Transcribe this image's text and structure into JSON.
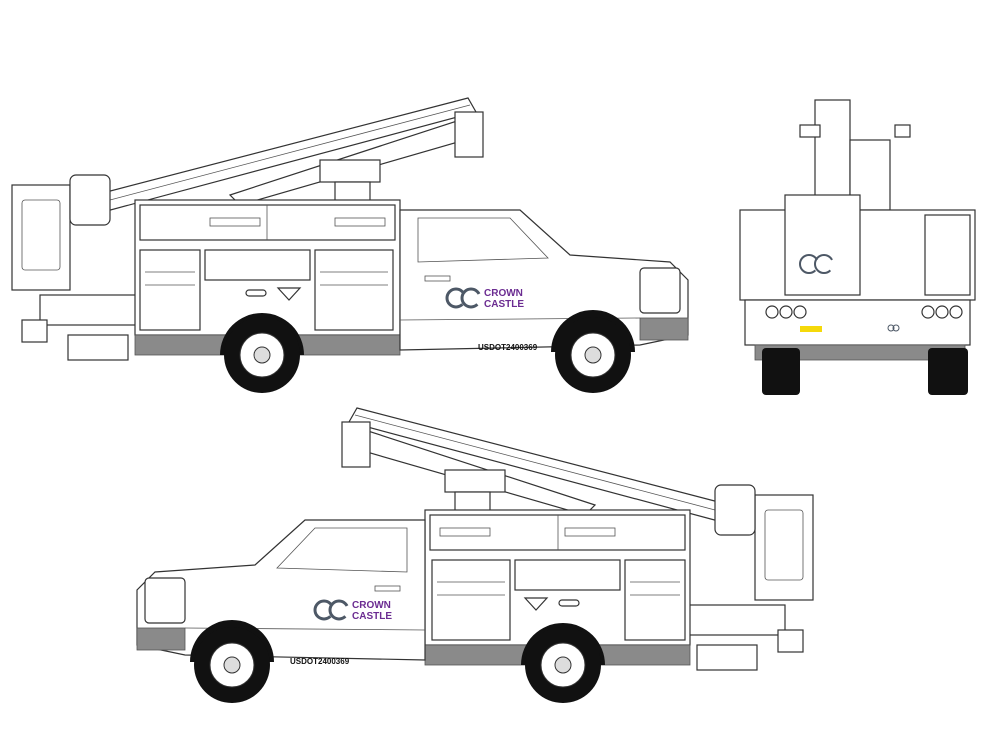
{
  "colors": {
    "brand_purple": "#6b2c91",
    "logo_gray": "#4d5866",
    "underbody_gray": "#8a8a8a",
    "tire": "#111111",
    "sticker_yellow": "#f5d90a"
  },
  "logo": {
    "line1": "CROWN",
    "line2": "CASTLE"
  },
  "usdot": "USDOT2400369",
  "views": [
    "side-right",
    "rear",
    "side-left"
  ]
}
